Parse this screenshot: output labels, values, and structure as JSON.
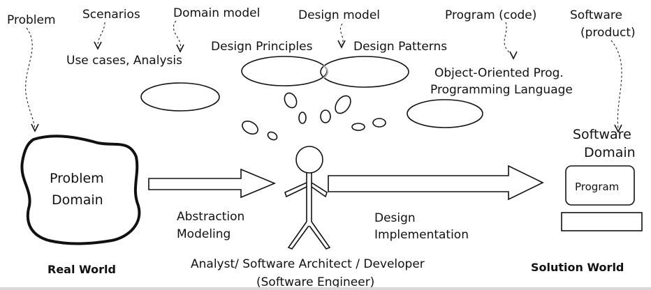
{
  "labels": {
    "problem": "Problem",
    "scenarios": "Scenarios",
    "domain_model": "Domain model",
    "design_model": "Design model",
    "program_code": "Program (code)",
    "software_line1": "Software",
    "software_line2": "(product)",
    "use_cases": "Use cases, Analysis",
    "design_principles": "Design Principles",
    "design_patterns": "Design Patterns",
    "oop_line1": "Object-Oriented Prog.",
    "oop_line2": "Programming Language",
    "software_domain_line1": "Software",
    "software_domain_line2": "Domain",
    "problem_domain_line1": "Problem",
    "problem_domain_line2": "Domain",
    "program": "Program",
    "abstraction": "Abstraction",
    "modeling": "Modeling",
    "design": "Design",
    "implementation": "Implementation",
    "real_world": "Real World",
    "solution_world": "Solution World",
    "actor_line1": "Analyst/ Software Architect / Developer",
    "actor_line2": "(Software Engineer)"
  }
}
